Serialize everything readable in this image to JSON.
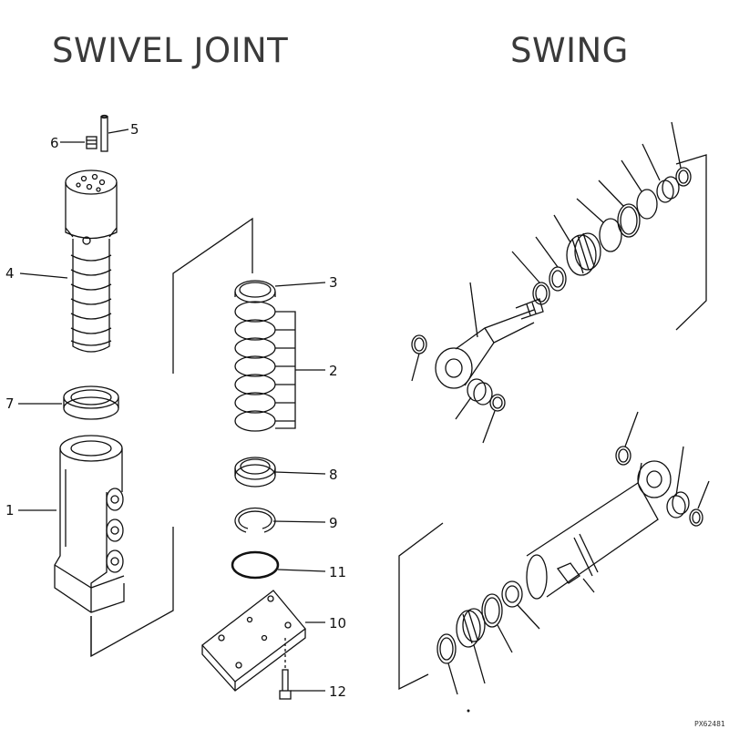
{
  "headings": {
    "left": "SWIVEL JOINT",
    "right": "SWING"
  },
  "callouts": {
    "c1": "1",
    "c2": "2",
    "c3": "3",
    "c4": "4",
    "c5": "5",
    "c6": "6",
    "c7": "7",
    "c8": "8",
    "c9": "9",
    "c10": "10",
    "c11": "11",
    "c12": "12"
  },
  "drawing_code": "PX62481",
  "colors": {
    "line": "#111111",
    "title": "#3a3a3a"
  }
}
